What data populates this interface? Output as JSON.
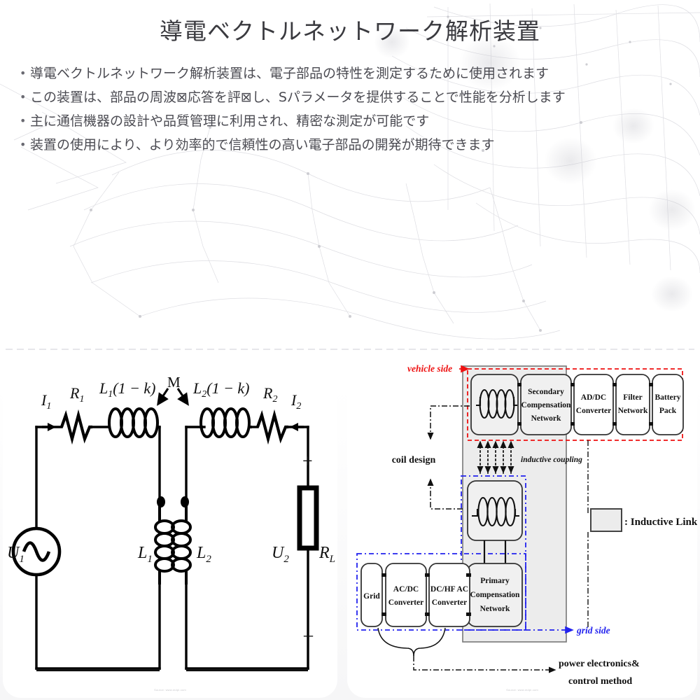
{
  "slide": {
    "title": "導電ベクトルネットワーク解析装置",
    "bullets": [
      "導電ベクトルネットワーク解析装置は、電子部品の特性を測定するために使用されます",
      "この装置は、部品の周波⊠応答を評⊠し、Sパラメータを提供することで性能を分析します",
      "主に通信機器の設計や品質管理に利用され、精密な測定が可能です",
      "装置の使用により、より効率的で信頼性の高い電子部品の開発が期待できます"
    ],
    "bullet_marker": "•",
    "title_color": "#3a3a3f",
    "bullet_color": "#4b4b52",
    "background_color": "#f7f7f8"
  },
  "circuit_figure": {
    "caption_watermark": "Source: www.mdpi.com",
    "labels": {
      "i1": "I",
      "i1_sub": "1",
      "r1": "R",
      "r1_sub": "1",
      "l1k": "L₁(1 − k)",
      "m": "M",
      "l2k": "L₂(1 − k)",
      "r2": "R",
      "r2_sub": "2",
      "i2": "I",
      "i2_sub": "2",
      "u1": "U",
      "u1_sub": "1",
      "l1": "L",
      "l1_sub": "1",
      "l2": "L",
      "l2_sub": "2",
      "u2": "U",
      "u2_sub": "2",
      "rl": "R",
      "rl_sub": "L",
      "plus": "+",
      "minus": "−"
    },
    "line_color": "#000000",
    "text_color": "#1a1a1a"
  },
  "block_figure": {
    "caption_watermark": "Source: www.mdpi.com",
    "annotations": {
      "vehicle_side": "vehicle side",
      "grid_side": "grid side",
      "coil_design": "coil design",
      "inductive_coupling": "inductive coupling",
      "power_control_line1": "power electronics&",
      "power_control_line2": "control method",
      "legend": ": Inductive Link"
    },
    "blocks": {
      "secondary_coil": "",
      "secondary_compensation": [
        "Secondary",
        "Compensation",
        "Network"
      ],
      "ad_dc_converter": [
        "AD/DC",
        "Converter"
      ],
      "filter_network": [
        "Filter",
        "Network"
      ],
      "battery_pack": [
        "Battery",
        "Pack"
      ],
      "primary_coil": "",
      "primary_compensation": [
        "Primary",
        "Compensation",
        "Network"
      ],
      "grid": [
        "Grid"
      ],
      "ac_dc_converter": [
        "AC/DC",
        "Converter"
      ],
      "dc_hfac_converter": [
        "DC/HF AC",
        "Converter"
      ]
    },
    "colors": {
      "vehicle_side": "#ee1111",
      "grid_side": "#2222ee",
      "block_fill": "#f0f0f0",
      "block_stroke": "#333333",
      "panel_fill": "#ececec",
      "text": "#111111"
    }
  }
}
